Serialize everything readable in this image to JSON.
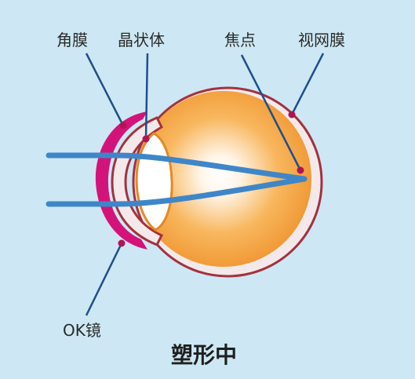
{
  "labels": {
    "cornea": "角膜",
    "lens": "晶状体",
    "focus": "焦点",
    "retina": "视网膜",
    "ok_lens": "OK镜"
  },
  "caption": "塑形中",
  "colors": {
    "background": "#cde8f4",
    "eyeball_outline": "#a3323e",
    "eyeball_fill_outer": "#f19a35",
    "eyeball_fill_inner": "#ffffff",
    "ok_lens": "#d4137a",
    "cornea": "#e0a3a9",
    "light_ray": "#3f86c8",
    "leader_line": "#1f4e8c"
  },
  "icons": [
    "eyeball-diagram",
    "light-ray",
    "focus-point"
  ]
}
